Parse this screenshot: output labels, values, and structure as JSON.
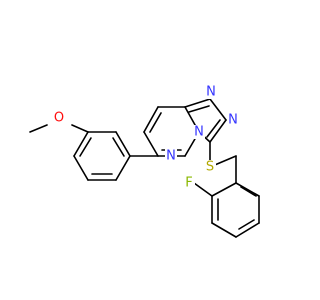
{
  "atom_labels": {
    "methoxy_o": "O",
    "ring_n1": "N",
    "triazole_n1": "N",
    "triazole_n2": "N",
    "bridge_n": "N",
    "sulfur": "S",
    "fluorine": "F"
  },
  "colors": {
    "carbon": "#000000",
    "nitrogen": "#3333ff",
    "oxygen": "#ff0d0d",
    "sulfur": "#b2a800",
    "fluorine": "#8ab800"
  }
}
